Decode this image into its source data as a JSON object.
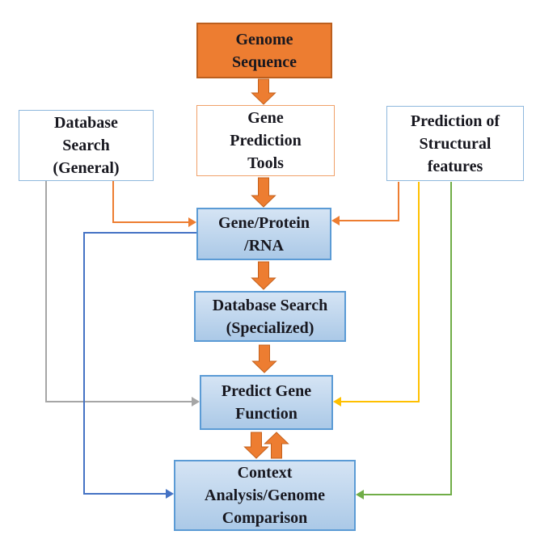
{
  "flowchart": {
    "nodes": [
      {
        "id": "genome-sequence",
        "label": "Genome\nSequence",
        "style": "orange-solid"
      },
      {
        "id": "gene-prediction-tools",
        "label": "Gene\nPrediction\nTools",
        "style": "outline-orange"
      },
      {
        "id": "database-search-general",
        "label": "Database\nSearch\n(General)",
        "style": "outline-blue"
      },
      {
        "id": "prediction-structural-features",
        "label": "Prediction of\nStructural\nfeatures",
        "style": "outline-blue"
      },
      {
        "id": "gene-protein-rna",
        "label": "Gene/Protein\n/RNA",
        "style": "blue-fill"
      },
      {
        "id": "database-search-specialized",
        "label": "Database Search\n(Specialized)",
        "style": "blue-fill"
      },
      {
        "id": "predict-gene-function",
        "label": "Predict Gene\nFunction",
        "style": "blue-fill"
      },
      {
        "id": "context-analysis",
        "label": "Context\nAnalysis/Genome\nComparison",
        "style": "blue-fill"
      }
    ],
    "edges": [
      {
        "from": "genome-sequence",
        "to": "gene-prediction-tools",
        "type": "block-arrow",
        "color": "#ED7D31"
      },
      {
        "from": "gene-prediction-tools",
        "to": "gene-protein-rna",
        "type": "block-arrow",
        "color": "#ED7D31"
      },
      {
        "from": "database-search-general",
        "to": "gene-protein-rna",
        "type": "elbow",
        "color": "#ED7D31"
      },
      {
        "from": "prediction-structural-features",
        "to": "gene-protein-rna",
        "type": "elbow",
        "color": "#ED7D31"
      },
      {
        "from": "gene-protein-rna",
        "to": "database-search-specialized",
        "type": "block-arrow",
        "color": "#ED7D31"
      },
      {
        "from": "database-search-specialized",
        "to": "predict-gene-function",
        "type": "block-arrow",
        "color": "#ED7D31"
      },
      {
        "from": "database-search-general",
        "to": "predict-gene-function",
        "type": "elbow",
        "color": "#A6A6A6"
      },
      {
        "from": "prediction-structural-features",
        "to": "predict-gene-function",
        "type": "elbow",
        "color": "#FFC000"
      },
      {
        "from": "gene-protein-rna",
        "to": "context-analysis",
        "type": "elbow",
        "color": "#4472C4"
      },
      {
        "from": "prediction-structural-features",
        "to": "context-analysis",
        "type": "elbow",
        "color": "#70AD47"
      },
      {
        "from": "predict-gene-function",
        "to": "context-analysis",
        "type": "block-arrow",
        "color": "#ED7D31"
      },
      {
        "from": "context-analysis",
        "to": "predict-gene-function",
        "type": "block-arrow",
        "color": "#ED7D31"
      }
    ]
  },
  "colors": {
    "orange": "#ED7D31",
    "orange_dark": "#C4611C",
    "orange_box_border": "#BC5F1E",
    "orange_light_border": "#F0A169",
    "blue_box_fill": "#BDD7EE",
    "blue_box_border": "#5B9BD5",
    "light_blue_border": "#8FB8DD",
    "gray": "#A6A6A6",
    "yellow": "#FFC000",
    "green": "#70AD47",
    "blue": "#4472C4",
    "text": "#17171F",
    "background": "#FFFFFF"
  }
}
